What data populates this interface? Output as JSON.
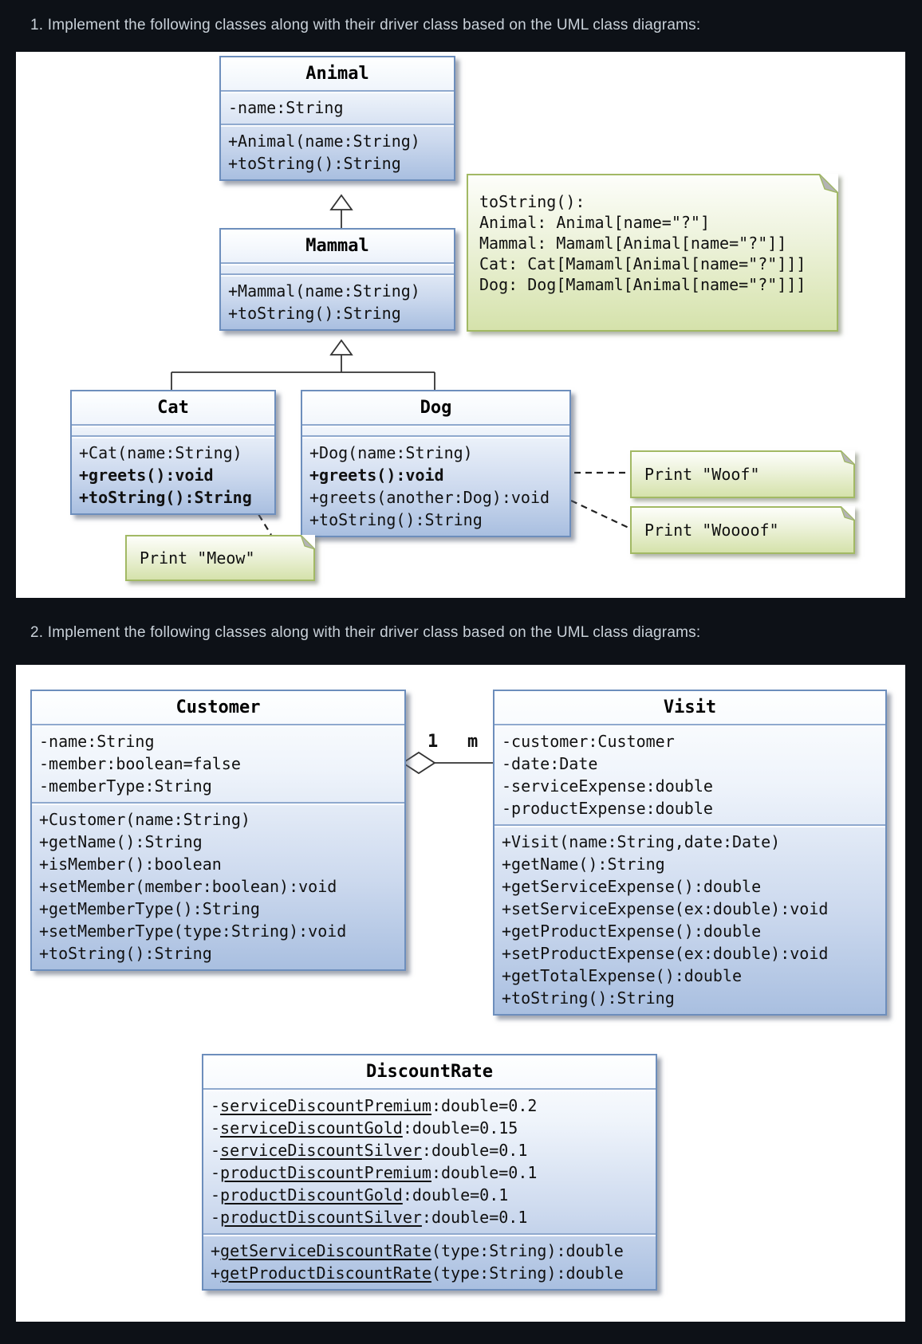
{
  "headings": {
    "h1": "1. Implement the following classes along with their driver class based on the UML class diagrams:",
    "h2": "2. Implement the following classes along with their driver class based on the UML class diagrams:"
  },
  "colors": {
    "page_bg": "#0d1117",
    "heading_text": "#c9d1d9",
    "panel_bg": "#ffffff",
    "class_border": "#6d8ebc",
    "class_fill_bottom": "#a9bfe0",
    "note_border": "#a2b964",
    "note_fill_bottom": "#d5e2ab"
  },
  "diagram1": {
    "classes": {
      "animal": {
        "name": "Animal",
        "attributes": [
          "-name:String"
        ],
        "methods": [
          "+Animal(name:String)",
          "+toString():String"
        ]
      },
      "mammal": {
        "name": "Mammal",
        "attributes": [],
        "methods": [
          "+Mammal(name:String)",
          "+toString():String"
        ]
      },
      "cat": {
        "name": "Cat",
        "attributes": [],
        "methods": [
          "+Cat(name:String)",
          "+greets():void",
          "+toString():String"
        ]
      },
      "dog": {
        "name": "Dog",
        "attributes": [],
        "methods": [
          "+Dog(name:String)",
          "+greets():void",
          "+greets(another:Dog):void",
          "+toString():String"
        ]
      }
    },
    "notes": {
      "tostring": {
        "lines": [
          "toString():",
          "Animal: Animal[name=\"?\"]",
          "Mammal: Mamaml[Animal[name=\"?\"]]",
          "Cat: Cat[Mamaml[Animal[name=\"?\"]]]",
          "Dog: Dog[Mamaml[Animal[name=\"?\"]]]"
        ]
      },
      "woof": {
        "text": "Print \"Woof\""
      },
      "woooof": {
        "text": "Print \"Woooof\""
      },
      "meow": {
        "text": "Print \"Meow\""
      }
    }
  },
  "diagram2": {
    "classes": {
      "customer": {
        "name": "Customer",
        "attributes": [
          "-name:String",
          "-member:boolean=false",
          "-memberType:String"
        ],
        "methods": [
          "+Customer(name:String)",
          "+getName():String",
          "+isMember():boolean",
          "+setMember(member:boolean):void",
          "+getMemberType():String",
          "+setMemberType(type:String):void",
          "+toString():String"
        ]
      },
      "visit": {
        "name": "Visit",
        "attributes": [
          "-customer:Customer",
          "-date:Date",
          "-serviceExpense:double",
          "-productExpense:double"
        ],
        "methods": [
          "+Visit(name:String,date:Date)",
          "+getName():String",
          "+getServiceExpense():double",
          "+setServiceExpense(ex:double):void",
          "+getProductExpense():double",
          "+setProductExpense(ex:double):void",
          "+getTotalExpense():double",
          "+toString():String"
        ]
      },
      "discountrate": {
        "name": "DiscountRate",
        "attributes": [
          {
            "prefix": "-",
            "name": "serviceDiscountPremium",
            "rest": ":double=0.2"
          },
          {
            "prefix": "-",
            "name": "serviceDiscountGold",
            "rest": ":double=0.15"
          },
          {
            "prefix": "-",
            "name": "serviceDiscountSilver",
            "rest": ":double=0.1"
          },
          {
            "prefix": "-",
            "name": "productDiscountPremium",
            "rest": ":double=0.1"
          },
          {
            "prefix": "-",
            "name": "productDiscountGold",
            "rest": ":double=0.1"
          },
          {
            "prefix": "-",
            "name": "productDiscountSilver",
            "rest": ":double=0.1"
          }
        ],
        "methods": [
          {
            "prefix": "+",
            "name": "getServiceDiscountRate",
            "rest": "(type:String):double"
          },
          {
            "prefix": "+",
            "name": "getProductDiscountRate",
            "rest": "(type:String):double"
          }
        ]
      }
    },
    "association": {
      "left_multiplicity": "1",
      "right_multiplicity": "m"
    }
  }
}
